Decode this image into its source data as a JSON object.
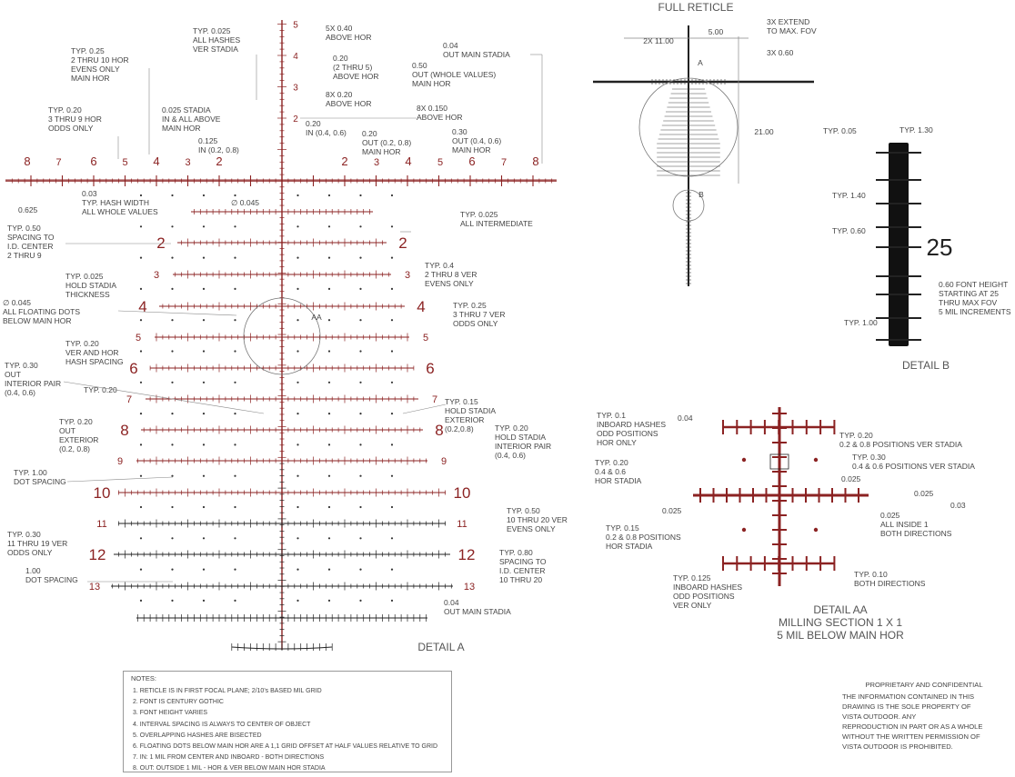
{
  "titles": {
    "full_reticle": "FULL RETICLE",
    "detail_a": "DETAIL A",
    "detail_b": "DETAIL B",
    "detail_aa": [
      "DETAIL AA",
      "MILLING SECTION 1 X 1",
      "5 MIL BELOW MAIN HOR"
    ]
  },
  "detail_a": {
    "hor_left_numbers": [
      "8",
      "7",
      "6",
      "5",
      "4",
      "3",
      "2"
    ],
    "hor_right_numbers": [
      "2",
      "3",
      "4",
      "5",
      "6",
      "7",
      "8"
    ],
    "ver_top_numbers": [
      "5",
      "4",
      "3",
      "2"
    ],
    "row_labels": [
      "2",
      "3",
      "4",
      "5",
      "6",
      "7",
      "8",
      "9",
      "10",
      "11",
      "12",
      "13"
    ],
    "center_label": "AA",
    "annotations": {
      "a1": [
        "TYP. 0.025",
        "ALL HASHES",
        "VER STADIA"
      ],
      "a2": [
        "5X 0.40",
        "ABOVE HOR"
      ],
      "a3": [
        "0.20",
        "(2 THRU 5)",
        "ABOVE HOR"
      ],
      "a4": [
        "8X 0.20",
        "ABOVE HOR"
      ],
      "a5": [
        "8X 0.150",
        "ABOVE HOR"
      ],
      "a6": [
        "TYP. 0.25",
        "2 THRU 10 HOR",
        "EVENS ONLY",
        "MAIN HOR"
      ],
      "a7": [
        "0.04",
        "OUT MAIN STADIA"
      ],
      "a8": [
        "0.50",
        "OUT (WHOLE VALUES)",
        "MAIN HOR"
      ],
      "a9": [
        "TYP. 0.20",
        "3 THRU 9 HOR",
        "ODDS ONLY"
      ],
      "a10": [
        "0.025 STADIA",
        "IN & ALL ABOVE",
        "MAIN HOR"
      ],
      "a11": [
        "0.20",
        "IN (0.4, 0.6)"
      ],
      "a12": [
        "0.20",
        "OUT (0.2, 0.8)",
        "MAIN HOR"
      ],
      "a13": [
        "0.30",
        "OUT (0.4, 0.6)",
        "MAIN HOR"
      ],
      "a14": [
        "0.125",
        "IN (0.2, 0.8)"
      ],
      "a15": "0.625",
      "a16": [
        "0.03",
        "TYP. HASH WIDTH",
        "ALL WHOLE VALUES"
      ],
      "a17": "∅ 0.045",
      "a18": [
        "TYP. 0.025",
        "ALL INTERMEDIATE"
      ],
      "a19": [
        "TYP. 0.50",
        "SPACING TO",
        "I.D. CENTER",
        "2 THRU 9"
      ],
      "a20": [
        "TYP. 0.4",
        "2 THRU 8 VER",
        "EVENS ONLY"
      ],
      "a21": [
        "TYP. 0.025",
        "HOLD STADIA",
        "THICKNESS"
      ],
      "a22": [
        "∅ 0.045",
        "ALL FLOATING DOTS",
        "BELOW MAIN HOR"
      ],
      "a23": [
        "TYP. 0.25",
        "3 THRU 7 VER",
        "ODDS ONLY"
      ],
      "a24": [
        "TYP. 0.20",
        "VER AND HOR",
        "HASH SPACING"
      ],
      "a25": [
        "TYP. 0.30",
        "OUT",
        "INTERIOR PAIR",
        "(0.4, 0.6)"
      ],
      "a26": "TYP. 0.20",
      "a27": [
        "TYP. 0.15",
        "HOLD STADIA",
        "EXTERIOR",
        "(0.2,0.8)"
      ],
      "a28": [
        "TYP. 0.20",
        "OUT",
        "EXTERIOR",
        "(0.2, 0.8)"
      ],
      "a29": [
        "TYP. 0.20",
        "HOLD STADIA",
        "INTERIOR PAIR",
        "(0.4, 0.6)"
      ],
      "a30": [
        "TYP. 1.00",
        "DOT SPACING"
      ],
      "a31": [
        "TYP. 0.50",
        "10 THRU 20 VER",
        "EVENS ONLY"
      ],
      "a32": [
        "TYP. 0.30",
        "11 THRU 19 VER",
        "ODDS ONLY"
      ],
      "a33": [
        "TYP. 0.80",
        "SPACING TO",
        "I.D. CENTER",
        "10 THRU 20"
      ],
      "a34": [
        "1.00",
        "DOT SPACING"
      ],
      "a35": [
        "0.04",
        "OUT MAIN STADIA"
      ]
    }
  },
  "full_reticle": {
    "dims": {
      "d1": "2X 11.00",
      "d2": "5.00",
      "d3": [
        "3X EXTEND",
        "TO MAX. FOV"
      ],
      "d4": "3X 0.60",
      "d5": "21.00"
    },
    "labels": {
      "a": "A",
      "b": "B"
    }
  },
  "detail_b": {
    "big_number": "25",
    "annotations": {
      "b1": "TYP. 0.05",
      "b2": "TYP. 1.30",
      "b3": "TYP. 1.40",
      "b4": "TYP. 0.60",
      "b5": [
        "0.60 FONT HEIGHT",
        "STARTING AT 25",
        "THRU MAX FOV",
        "5 MIL INCREMENTS"
      ],
      "b6": "TYP. 1.00"
    }
  },
  "detail_aa": {
    "annotations": {
      "c1": "0.04",
      "c2": [
        "TYP. 0.1",
        "INBOARD HASHES",
        "ODD POSITIONS",
        "HOR ONLY"
      ],
      "c3": [
        "TYP. 0.20",
        "0.2 & 0.8 POSITIONS VER STADIA"
      ],
      "c4": [
        "TYP. 0.30",
        "0.4 & 0.6 POSITIONS VER STADIA"
      ],
      "c5": [
        "TYP. 0.20",
        "0.4 & 0.6",
        "HOR STADIA"
      ],
      "c6": "0.025",
      "c7": "0.025",
      "c8": "0.025",
      "c9": "0.03",
      "c10": [
        "0.025",
        "ALL INSIDE 1",
        "BOTH DIRECTIONS"
      ],
      "c11": [
        "TYP. 0.15",
        "0.2 & 0.8 POSITIONS",
        "HOR STADIA"
      ],
      "c12": [
        "TYP. 0.10",
        "BOTH DIRECTIONS"
      ],
      "c13": [
        "TYP. 0.125",
        "INBOARD HASHES",
        "ODD POSITIONS",
        "VER ONLY"
      ]
    }
  },
  "notes": {
    "title": "NOTES:",
    "items": [
      "1.  RETICLE IS IN FIRST FOCAL PLANE; 2/10's BASED MIL GRID",
      "2.  FONT IS CENTURY GOTHIC",
      "3.  FONT HEIGHT VARIES",
      "4.  INTERVAL SPACING IS ALWAYS TO CENTER OF OBJECT",
      "5.  OVERLAPPING HASHES ARE BISECTED",
      "6.  FLOATING DOTS BELOW MAIN HOR ARE A 1,1 GRID OFFSET AT HALF VALUES RELATIVE TO GRID",
      "7.  IN:  1 MIL FROM CENTER AND INBOARD - BOTH DIRECTIONS",
      "8.  OUT:  OUTSIDE 1 MIL - HOR & VER BELOW MAIN HOR STADIA"
    ]
  },
  "proprietary": {
    "heading": "PROPRIETARY AND CONFIDENTIAL",
    "body": [
      "THE INFORMATION CONTAINED IN THIS",
      "DRAWING IS THE SOLE PROPERTY OF",
      "VISTA OUTDOOR.  ANY",
      "REPRODUCTION IN PART OR AS A WHOLE",
      "WITHOUT THE WRITTEN PERMISSION OF",
      "VISTA OUTDOOR IS PROHIBITED."
    ]
  }
}
